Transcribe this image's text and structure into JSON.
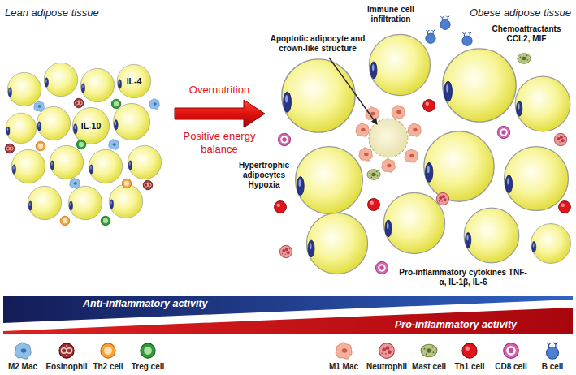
{
  "diagram": {
    "nodes": [
      {
        "text": [
          "Anti-inflammatory activity"
        ]
      },
      {
        "text": [
          "Pro-inflammatory activity"
        ]
      }
    ],
    "labels": [
      "Lean adipose tissue",
      "Obese adipose tissue",
      "IL-10",
      "IL-4",
      "Overnutrition",
      "Positive energy balance",
      "Immune cell infiltration",
      "Chemoattractants CCL2, MIF",
      "Apoptotic adipocyte and crown-like structure",
      "Hypertrophic adipocytes Hypoxia",
      "Pro-inflammatory cytokines TNF-α, IL-1β, IL-6"
    ],
    "legend": [
      {
        "text": "M2 Mac"
      },
      {
        "text": "Eosinophil"
      },
      {
        "text": "Th2 cell"
      },
      {
        "text": "Treg cell"
      },
      {
        "text": "M1 Mac"
      },
      {
        "text": "Neutrophil"
      },
      {
        "text": "Mast cell"
      },
      {
        "text": "Th1 cell"
      },
      {
        "text": "CD8 cell"
      },
      {
        "text": "B cell"
      }
    ]
  }
}
